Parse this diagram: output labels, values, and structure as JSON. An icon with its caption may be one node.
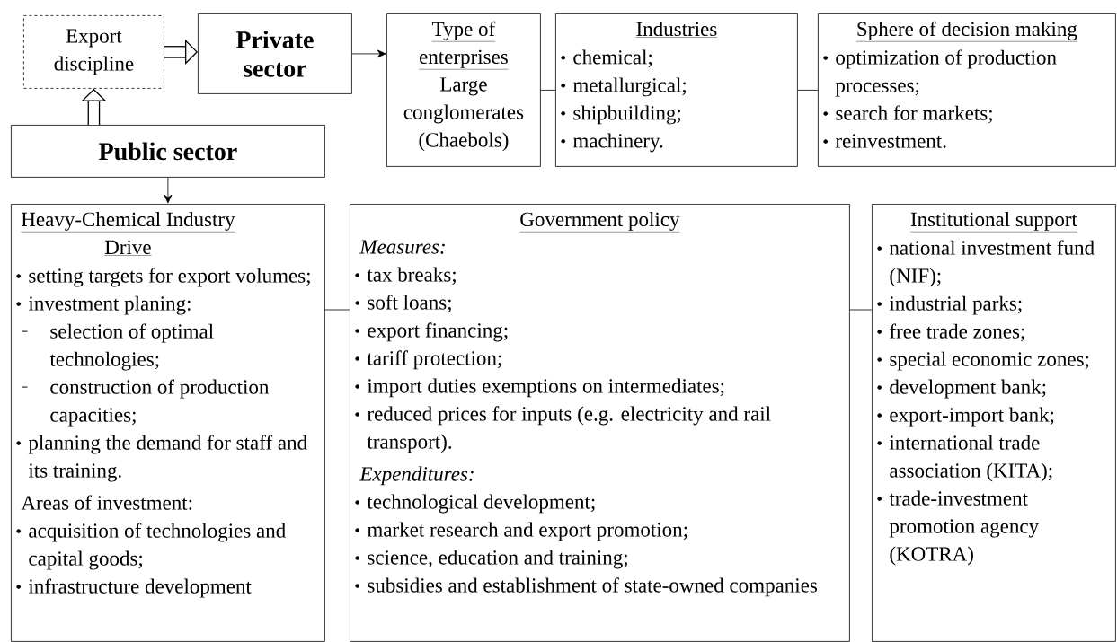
{
  "diagram": {
    "nodes": [
      {
        "text": [
          "Export discipline"
        ]
      },
      {
        "text": [
          "Private sector"
        ]
      },
      {
        "text": [
          "Public sector"
        ]
      },
      {
        "text": [
          "Type of enterprises",
          "Large conglomerates (Chaebols)"
        ]
      },
      {
        "text": [
          "Industries",
          "chemical;",
          "metallurgical;",
          "shipbuilding;",
          "machinery."
        ]
      },
      {
        "text": [
          "Sphere of decision making",
          "optimization of production processes;",
          "search for markets;",
          "reinvestment."
        ]
      },
      {
        "text": [
          "Heavy-Chemical Industry Drive",
          "setting targets for export volumes;",
          "investment planing:",
          "selection of optimal technologies;",
          "construction of production capacities;",
          "planning the demand for staff and its training.",
          "Areas of investment:",
          "acquisition of technologies and capital goods;",
          "infrastructure development"
        ]
      },
      {
        "text": [
          "Government policy",
          "Measures:",
          "tax breaks;",
          "soft loans;",
          "export financing;",
          "tariff protection;",
          "import duties exemptions on intermediates;",
          "reduced prices for inputs (e.g. electricity and rail transport).",
          "Expenditures:",
          "technological development;",
          "market research and export promotion;",
          "science, education and training;",
          "subsidies and establishment of state-owned companies"
        ]
      },
      {
        "text": [
          "Institutional support",
          "national investment fund (NIF);",
          "industrial parks;",
          "free trade zones;",
          "special economic zones;",
          "development bank;",
          "export-import bank;",
          "international trade association (KITA);",
          "trade-investment promotion agency (KOTRA)"
        ]
      }
    ],
    "edges": [
      {
        "from": 0,
        "to": 1,
        "arrow": "to",
        "style": "thick"
      },
      {
        "from": 2,
        "to": 0,
        "arrow": "to",
        "style": "thick"
      },
      {
        "from": 1,
        "to": 3,
        "arrow": "to"
      },
      {
        "from": 3,
        "to": 4,
        "arrow": "none"
      },
      {
        "from": 4,
        "to": 5,
        "arrow": "none"
      },
      {
        "from": 2,
        "to": 6,
        "arrow": "to"
      },
      {
        "from": 6,
        "to": 7,
        "arrow": "none"
      },
      {
        "from": 7,
        "to": 8,
        "arrow": "none"
      }
    ]
  }
}
